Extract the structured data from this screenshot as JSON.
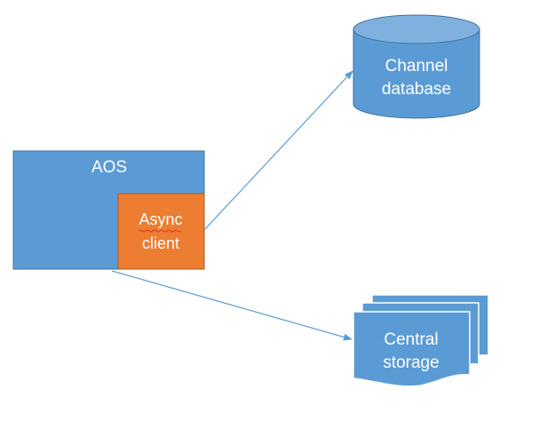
{
  "diagram": {
    "aos": {
      "label": "AOS"
    },
    "async_client": {
      "line1": "Async",
      "line2": "client"
    },
    "channel_database": {
      "line1": "Channel",
      "line2": "database"
    },
    "central_storage": {
      "line1": "Central",
      "line2": "storage"
    }
  },
  "colors": {
    "box_fill": "#5b9bd5",
    "box_stroke": "#41719c",
    "async_fill": "#ed7d31",
    "async_stroke": "#ae5a21",
    "arrow": "#5b9bd5",
    "text": "#ffffff"
  }
}
